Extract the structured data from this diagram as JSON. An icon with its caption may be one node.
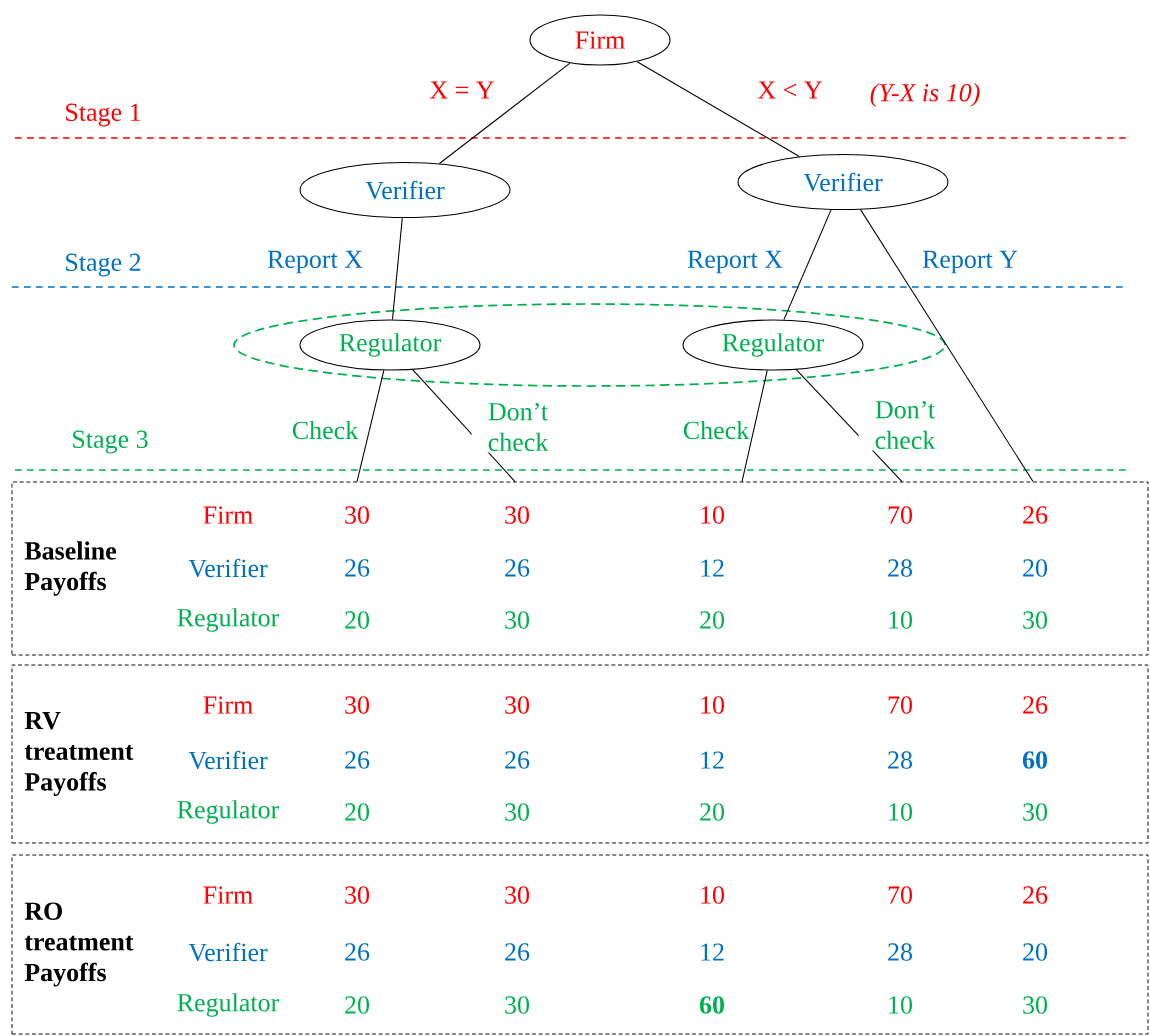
{
  "diagram": {
    "nodes": [
      {
        "text": [
          "Firm"
        ]
      },
      {
        "text": [
          "Verifier"
        ]
      },
      {
        "text": [
          "Verifier"
        ]
      },
      {
        "text": [],
        "shape": "ellipse"
      },
      {
        "text": [
          "Regulator"
        ],
        "in": 3
      },
      {
        "text": [
          "Regulator"
        ],
        "in": 3
      },
      {
        "text": [
          "Baseline Payoffs",
          "Firm",
          "30",
          "30",
          "10",
          "70",
          "26",
          "Verifier",
          "26",
          "26",
          "12",
          "28",
          "20",
          "Regulator",
          "20",
          "30",
          "20",
          "10",
          "30"
        ]
      },
      {
        "text": [
          "RV treatment Payoffs",
          "Firm",
          "30",
          "30",
          "10",
          "70",
          "26",
          "Verifier",
          "26",
          "26",
          "12",
          "28",
          "**60**",
          "Regulator",
          "20",
          "30",
          "20",
          "10",
          "30"
        ]
      },
      {
        "text": [
          "RO treatment Payoffs",
          "Firm",
          "30",
          "30",
          "10",
          "70",
          "26",
          "Verifier",
          "26",
          "26",
          "12",
          "28",
          "20",
          "Regulator",
          "20",
          "30",
          "**60**",
          "10",
          "30"
        ]
      }
    ],
    "edges": [
      {
        "from": 0,
        "to": 1,
        "arrow": "none",
        "label": "X = Y"
      },
      {
        "from": 0,
        "to": 2,
        "arrow": "none",
        "label": "X < Y"
      },
      {
        "from": 1,
        "to": 4,
        "arrow": "none",
        "label": "Report X"
      },
      {
        "from": 2,
        "to": 5,
        "arrow": "none",
        "label": "Report X"
      },
      {
        "from": 2,
        "to": 6,
        "arrow": "none",
        "label": "Report Y"
      },
      {
        "from": 4,
        "to": 6,
        "arrow": "none",
        "label": "Check"
      },
      {
        "from": 4,
        "to": 6,
        "arrow": "none",
        "label": "Don’t check"
      },
      {
        "from": 5,
        "to": 6,
        "arrow": "none",
        "label": "Check"
      },
      {
        "from": 5,
        "to": 6,
        "arrow": "none",
        "label": "Don’t check"
      }
    ],
    "labels": [
      "(Y-X is 10)",
      "Stage 1",
      "Stage 2",
      "Stage 3"
    ]
  }
}
